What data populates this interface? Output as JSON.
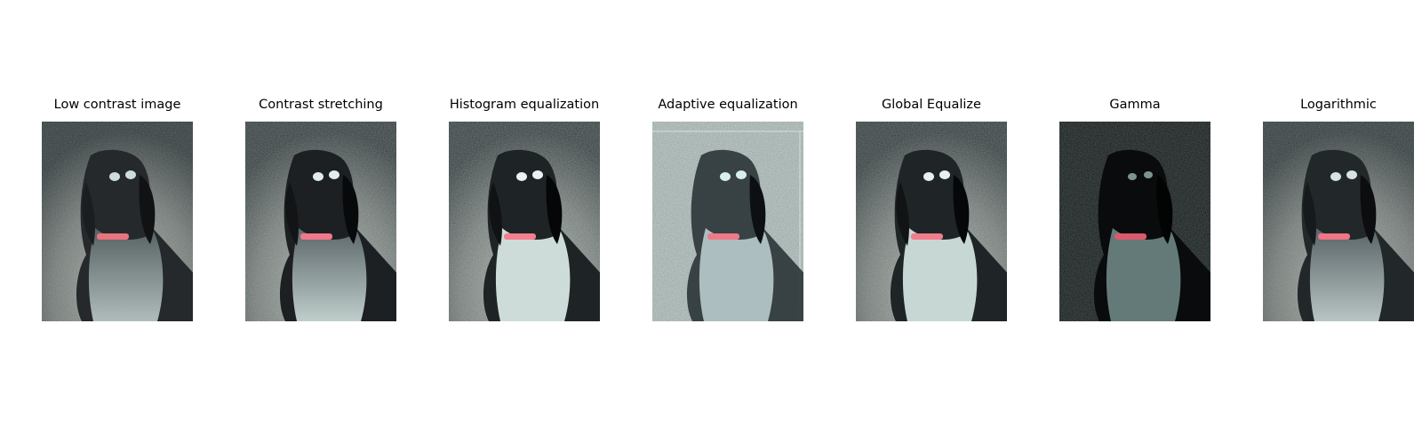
{
  "figure": {
    "panels": [
      {
        "title": "Low contrast image"
      },
      {
        "title": "Contrast stretching"
      },
      {
        "title": "Histogram equalization"
      },
      {
        "title": "Adaptive equalization"
      },
      {
        "title": "Global Equalize"
      },
      {
        "title": "Gamma"
      },
      {
        "title": "Logarithmic"
      }
    ]
  }
}
